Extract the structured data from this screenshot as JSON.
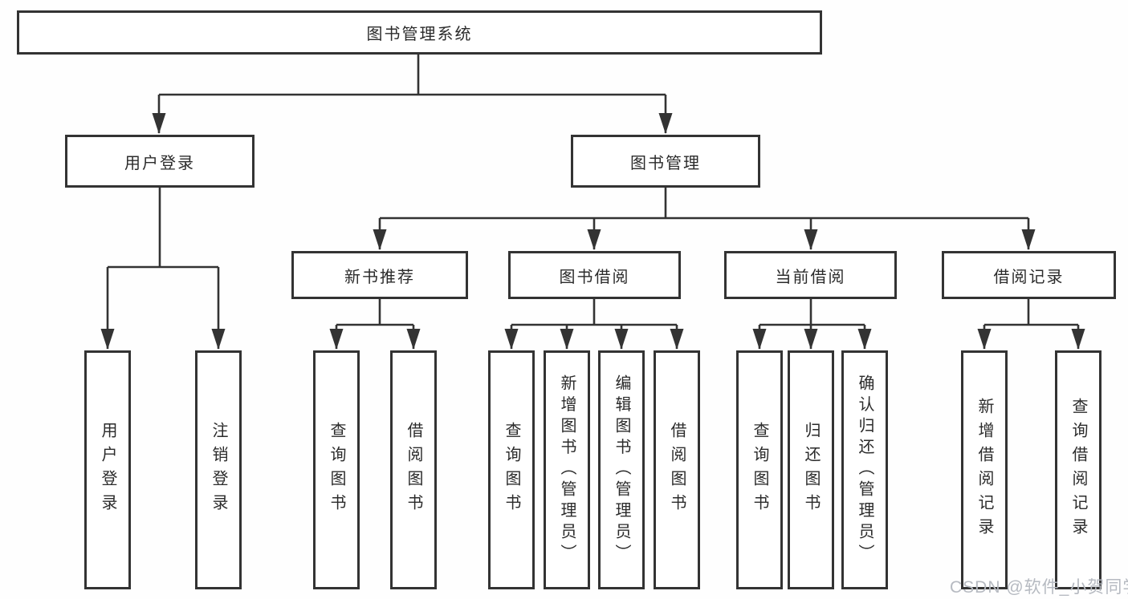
{
  "diagram": {
    "title": "图书管理系统",
    "nodes": {
      "root": {
        "label": "图书管理系统"
      },
      "userLogin": {
        "label": "用户登录"
      },
      "bookMgmt": {
        "label": "图书管理"
      },
      "newBookRec": {
        "label": "新书推荐"
      },
      "bookBorrow": {
        "label": "图书借阅"
      },
      "currentBorrow": {
        "label": "当前借阅"
      },
      "borrowRecords": {
        "label": "借阅记录"
      },
      "ulLogin": {
        "label": "用户登录"
      },
      "ulLogout": {
        "label": "注销登录"
      },
      "nbQuery": {
        "label": "查询图书"
      },
      "nbBorrow": {
        "label": "借阅图书"
      },
      "bbQuery": {
        "label": "查询图书"
      },
      "bbAdd": {
        "label": "新增图书（管理员）"
      },
      "bbEdit": {
        "label": "编辑图书（管理员）"
      },
      "bbBorrow": {
        "label": "借阅图书"
      },
      "cbQuery": {
        "label": "查询图书"
      },
      "cbReturn": {
        "label": "归还图书"
      },
      "cbConfirm": {
        "label": "确认归还（管理员）"
      },
      "brAdd": {
        "label": "新增借阅记录"
      },
      "brQuery": {
        "label": "查询借阅记录"
      }
    },
    "hierarchy": {
      "图书管理系统": {
        "用户登录": [
          "用户登录",
          "注销登录"
        ],
        "图书管理": {
          "新书推荐": [
            "查询图书",
            "借阅图书"
          ],
          "图书借阅": [
            "查询图书",
            "新增图书（管理员）",
            "编辑图书（管理员）",
            "借阅图书"
          ],
          "当前借阅": [
            "查询图书",
            "归还图书",
            "确认归还（管理员）"
          ],
          "借阅记录": [
            "新增借阅记录",
            "查询借阅记录"
          ]
        }
      }
    }
  },
  "watermark": {
    "text": "CSDN @软件_小贺同学"
  },
  "colors": {
    "line": "#333333",
    "text": "#2b2b2b",
    "background": "#fefefe",
    "watermark": "#b6bac1"
  }
}
